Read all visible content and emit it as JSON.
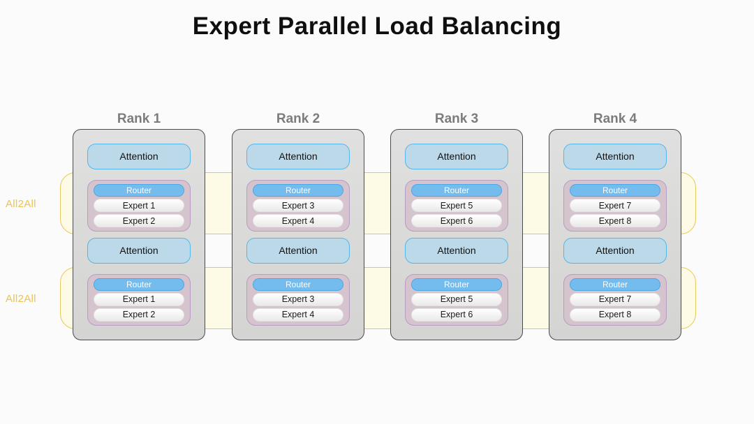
{
  "title": "Expert Parallel Load Balancing",
  "colors": {
    "background": "#fbfbfb",
    "title_text": "#0f0f0f",
    "rank_title_text": "#7c7c7c",
    "rank_box_fill": "#d9d9d7",
    "rank_box_border": "#4a4a4a",
    "attention_fill": "#bcd9e9",
    "attention_border": "#56b5ea",
    "moe_fill": "#d5c3ce",
    "moe_border": "#b99cc4",
    "router_fill": "#74bced",
    "router_text": "#ffffff",
    "expert_fill": "#f4f4f4",
    "all2all_fill": "#fdfae6",
    "all2all_border": "#e3c85c",
    "all2all_text": "#eac44e"
  },
  "all2all_bands": [
    {
      "label": "All2All"
    },
    {
      "label": "All2All"
    }
  ],
  "ranks": [
    {
      "title": "Rank 1",
      "layers": [
        {
          "attention": "Attention",
          "router": "Router",
          "experts": [
            "Expert 1",
            "Expert 2"
          ]
        },
        {
          "attention": "Attention",
          "router": "Router",
          "experts": [
            "Expert 1",
            "Expert 2"
          ]
        }
      ]
    },
    {
      "title": "Rank 2",
      "layers": [
        {
          "attention": "Attention",
          "router": "Router",
          "experts": [
            "Expert 3",
            "Expert 4"
          ]
        },
        {
          "attention": "Attention",
          "router": "Router",
          "experts": [
            "Expert 3",
            "Expert 4"
          ]
        }
      ]
    },
    {
      "title": "Rank 3",
      "layers": [
        {
          "attention": "Attention",
          "router": "Router",
          "experts": [
            "Expert 5",
            "Expert 6"
          ]
        },
        {
          "attention": "Attention",
          "router": "Router",
          "experts": [
            "Expert 5",
            "Expert 6"
          ]
        }
      ]
    },
    {
      "title": "Rank 4",
      "layers": [
        {
          "attention": "Attention",
          "router": "Router",
          "experts": [
            "Expert 7",
            "Expert 8"
          ]
        },
        {
          "attention": "Attention",
          "router": "Router",
          "experts": [
            "Expert 7",
            "Expert 8"
          ]
        }
      ]
    }
  ]
}
